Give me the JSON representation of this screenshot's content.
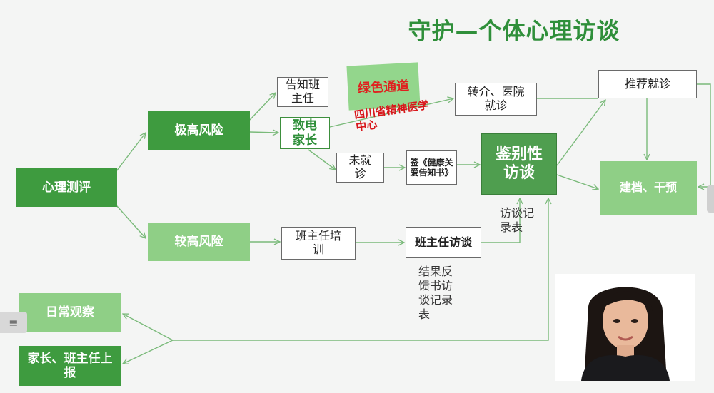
{
  "title": "守护—个体心理访谈",
  "nodes": {
    "assessment": "心理测评",
    "extreme_risk": "极高风险",
    "high_risk": "较高风险",
    "daily_observation": "日常观察",
    "parent_report": "家长、班主任上报",
    "inform_teacher": "告知班主任",
    "call_parents": "致电家长",
    "green_channel": "绿色通道",
    "sichuan_center": "四川省精神医学中心",
    "referral_hospital": "转介、医院就诊",
    "not_treated": "未就诊",
    "sign_letter": "签《健康关爱告知书》",
    "differential_interview": "鉴别性访谈",
    "recommend_treatment": "推荐就诊",
    "file_intervene": "建档、干预",
    "teacher_training": "班主任培训",
    "teacher_interview": "班主任访谈",
    "interview_record_1": "访谈记录表",
    "feedback_record": "结果反馈书访谈记录表"
  },
  "ui": {
    "side_menu_icon": "menu-icon",
    "video_label": "presenter-video"
  }
}
